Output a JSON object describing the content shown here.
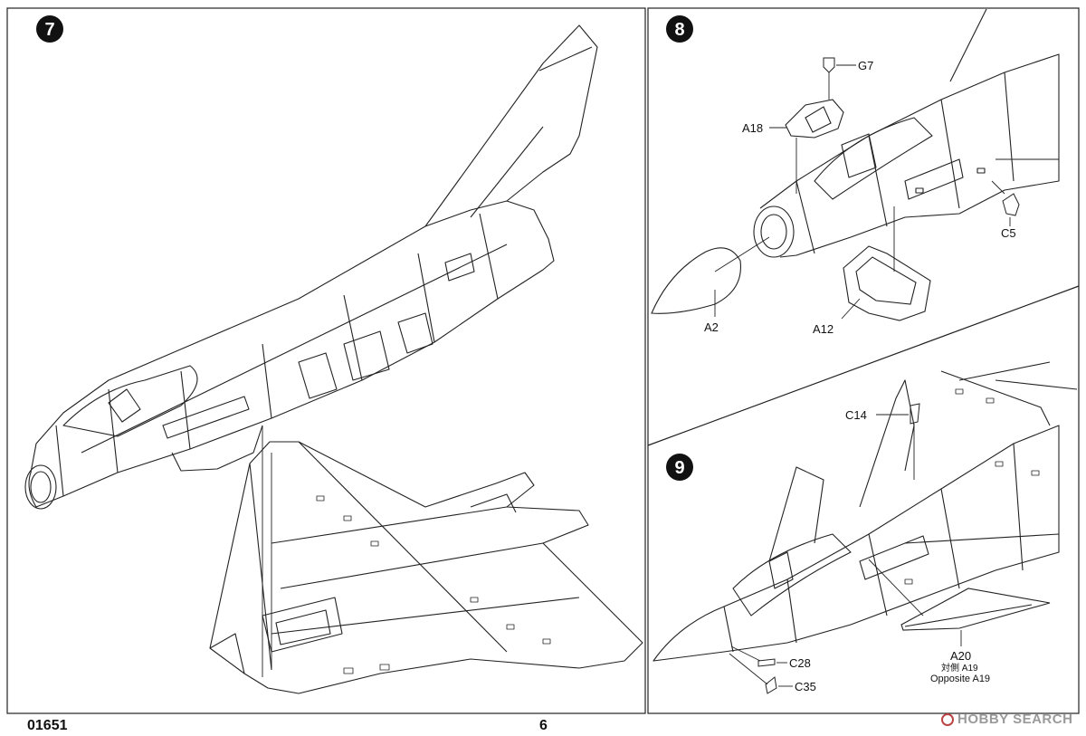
{
  "document": {
    "code": "01651",
    "page_number": "6"
  },
  "steps": [
    {
      "number": "7"
    },
    {
      "number": "8",
      "parts": {
        "g7": "G7",
        "a18": "A18",
        "c5": "C5",
        "a2": "A2",
        "a12": "A12"
      }
    },
    {
      "number": "9",
      "parts": {
        "c14": "C14",
        "c28": "C28",
        "c35": "C35",
        "a20": "A20",
        "a20_note_jp": "対側 A19",
        "a20_note_en": "Opposite A19"
      }
    }
  ],
  "watermark": {
    "text": "HOBBY SEARCH",
    "icon": "hobbysearch-logo-icon"
  },
  "colors": {
    "line": "#222222",
    "badge": "#111111",
    "watermark": "#9a9a9a"
  }
}
